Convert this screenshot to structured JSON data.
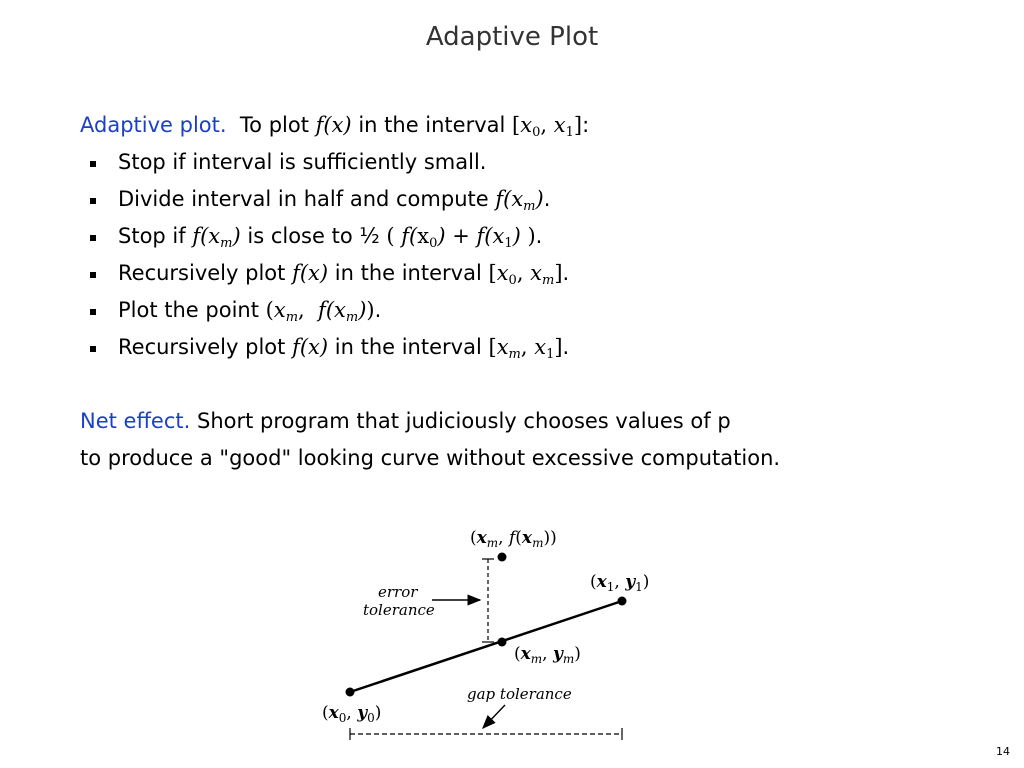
{
  "slide": {
    "title": "Adaptive Plot",
    "page_number": "14"
  },
  "intro": {
    "lead": "Adaptive plot.",
    "text_a": "To plot",
    "fx": "f(x)",
    "text_b": "in the interval",
    "interval": "[x0, x1]",
    "interval_open": "[",
    "x0_base": "x",
    "x0_sub": "0",
    "sep": ", ",
    "x1_base": "x",
    "x1_sub": "1",
    "interval_close": "]",
    "colon": ":"
  },
  "steps": [
    {
      "text": "Stop if interval is sufficiently small."
    },
    {
      "text": "Divide interval in half and compute",
      "math": "f(xm)",
      "tail": "."
    },
    {
      "text": "Stop if",
      "math": "f(xm)",
      "text2": "is close to ½",
      "math2": "( f(x0) + f(x1) )",
      "tail": "."
    },
    {
      "text": "Recursively plot",
      "math": "f(x)",
      "text2": "in the interval",
      "math2": "[x0, xm]",
      "tail": "."
    },
    {
      "text": "Plot the point",
      "math": "(xm,  f(xm))",
      "tail": "."
    },
    {
      "text": "Recursively plot",
      "math": "f(x)",
      "text2": "in the interval",
      "math2": "[xm, x1]",
      "tail": "."
    }
  ],
  "net_effect": {
    "lead": "Net effect.",
    "line1": "Short program that judiciously chooses values of p",
    "line2": "to produce a \"good\" looking curve without excessive computation."
  },
  "diagram": {
    "label_top": "(xm,  f(xm))",
    "label_p1": "(x1, y1)",
    "label_mid": "(xm, ym)",
    "label_p0": "(x0, y0)",
    "error_tolerance_1": "error",
    "error_tolerance_2": "tolerance",
    "gap_tolerance": "gap tolerance"
  },
  "colors": {
    "accent": "#1a3fc8",
    "title": "#333333"
  }
}
